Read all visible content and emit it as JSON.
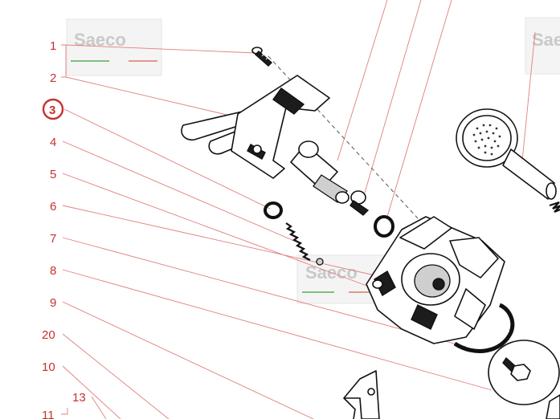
{
  "watermark": {
    "brand": "Saeco"
  },
  "callouts": [
    {
      "id": "1",
      "label": "1"
    },
    {
      "id": "2",
      "label": "2"
    },
    {
      "id": "3",
      "label": "3",
      "selected": true
    },
    {
      "id": "4",
      "label": "4"
    },
    {
      "id": "5",
      "label": "5"
    },
    {
      "id": "6",
      "label": "6"
    },
    {
      "id": "7",
      "label": "7"
    },
    {
      "id": "8",
      "label": "8"
    },
    {
      "id": "9",
      "label": "9"
    },
    {
      "id": "20",
      "label": "20"
    },
    {
      "id": "10",
      "label": "10"
    },
    {
      "id": "11",
      "label": "11"
    },
    {
      "id": "13",
      "label": "13"
    }
  ],
  "colors": {
    "callout": "#c8312e",
    "leader": "#e07f7c",
    "selection": "#c8312e"
  }
}
